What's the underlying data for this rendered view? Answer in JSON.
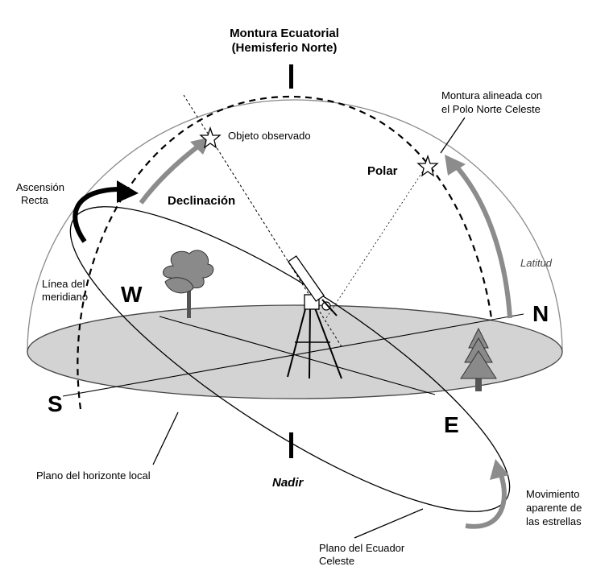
{
  "title_line1": "Montura Ecuatorial",
  "title_line2": "(Hemisferio Norte)",
  "labels": {
    "mount_aligned_line1": "Montura alineada con",
    "mount_aligned_line2": "el Polo Norte Celeste",
    "observed_object": "Objeto observado",
    "polar": "Polar",
    "declination": "Declinación",
    "right_ascension_line1": "Ascensión",
    "right_ascension_line2": "Recta",
    "meridian_line1": "Línea del",
    "meridian_line2": "meridiano",
    "latitude": "Latitud",
    "horizon_plane": "Plano del horizonte local",
    "nadir": "Nadir",
    "celestial_equator_line1": "Plano del Ecuador",
    "celestial_equator_line2": "Celeste",
    "star_motion_line1": "Movimiento",
    "star_motion_line2": "aparente de",
    "star_motion_line3": "las estrellas"
  },
  "cardinal": {
    "north": "N",
    "south": "S",
    "east": "E",
    "west": "W"
  },
  "colors": {
    "horizon_fill": "#d3d3d3",
    "arrow_gray": "#8c8c8c",
    "arrow_black": "#000000",
    "tree": "#8a8a8a"
  }
}
